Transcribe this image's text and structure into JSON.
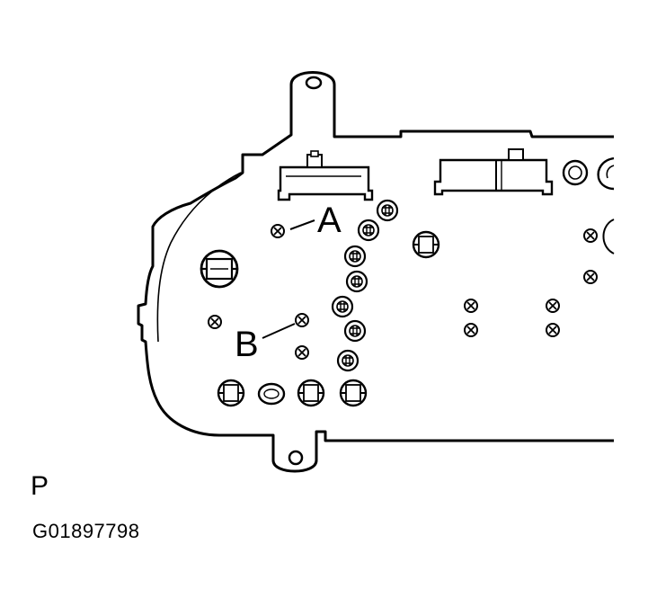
{
  "callouts": {
    "a": "A",
    "b": "B"
  },
  "figure_letter": "P",
  "figure_id": "G01897798"
}
